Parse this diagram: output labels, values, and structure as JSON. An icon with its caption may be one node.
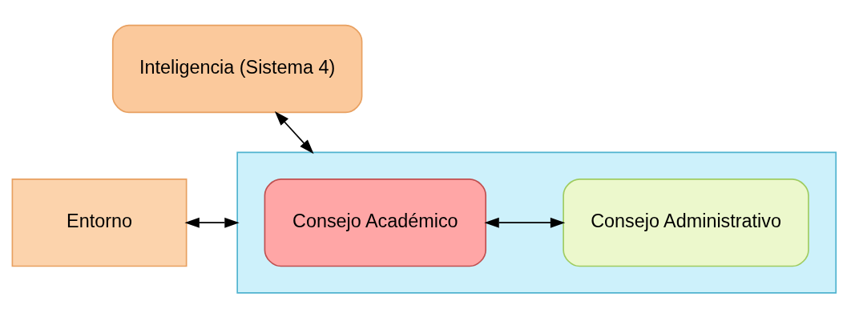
{
  "diagram": {
    "nodes": [
      {
        "text": [
          "Inteligencia (Sistema 4)"
        ]
      },
      {
        "text": [
          "Entorno"
        ]
      },
      {
        "text": [],
        "shape": "box"
      },
      {
        "text": [
          "Consejo Académico"
        ],
        "in": 2
      },
      {
        "text": [
          "Consejo Administrativo"
        ],
        "in": 2
      }
    ],
    "edges": [
      {
        "from": 0,
        "to": 2,
        "arrow": "both"
      },
      {
        "from": 1,
        "to": 2,
        "arrow": "both"
      },
      {
        "from": 3,
        "to": 4,
        "arrow": "both"
      }
    ]
  }
}
